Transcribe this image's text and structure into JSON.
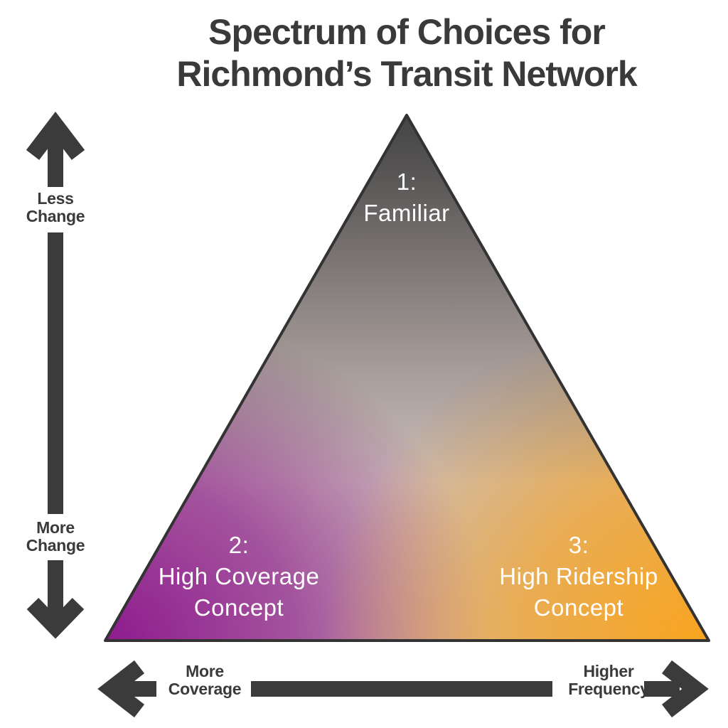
{
  "title": [
    "Spectrum of Choices for",
    "Richmond’s Transit Network"
  ],
  "triangle": {
    "corners": [
      {
        "number": "1:",
        "line1": "Familiar",
        "line2": ""
      },
      {
        "number": "2:",
        "line1": "High Coverage",
        "line2": "Concept"
      },
      {
        "number": "3:",
        "line1": "High Ridership",
        "line2": "Concept"
      }
    ],
    "colors": {
      "top": "#454545",
      "bottom_left": "#8e1b8e",
      "bottom_right": "#f9a41e",
      "outline": "#333333",
      "label_text": "#ffffff"
    }
  },
  "vertical_axis": {
    "top_label": [
      "Less",
      "Change"
    ],
    "bottom_label": [
      "More",
      "Change"
    ]
  },
  "horizontal_axis": {
    "left_label": [
      "More",
      "Coverage"
    ],
    "right_label": [
      "Higher",
      "Frequency"
    ]
  },
  "colors": {
    "background": "#ffffff",
    "text": "#3a3a3a",
    "arrow": "#3b3b3b"
  }
}
